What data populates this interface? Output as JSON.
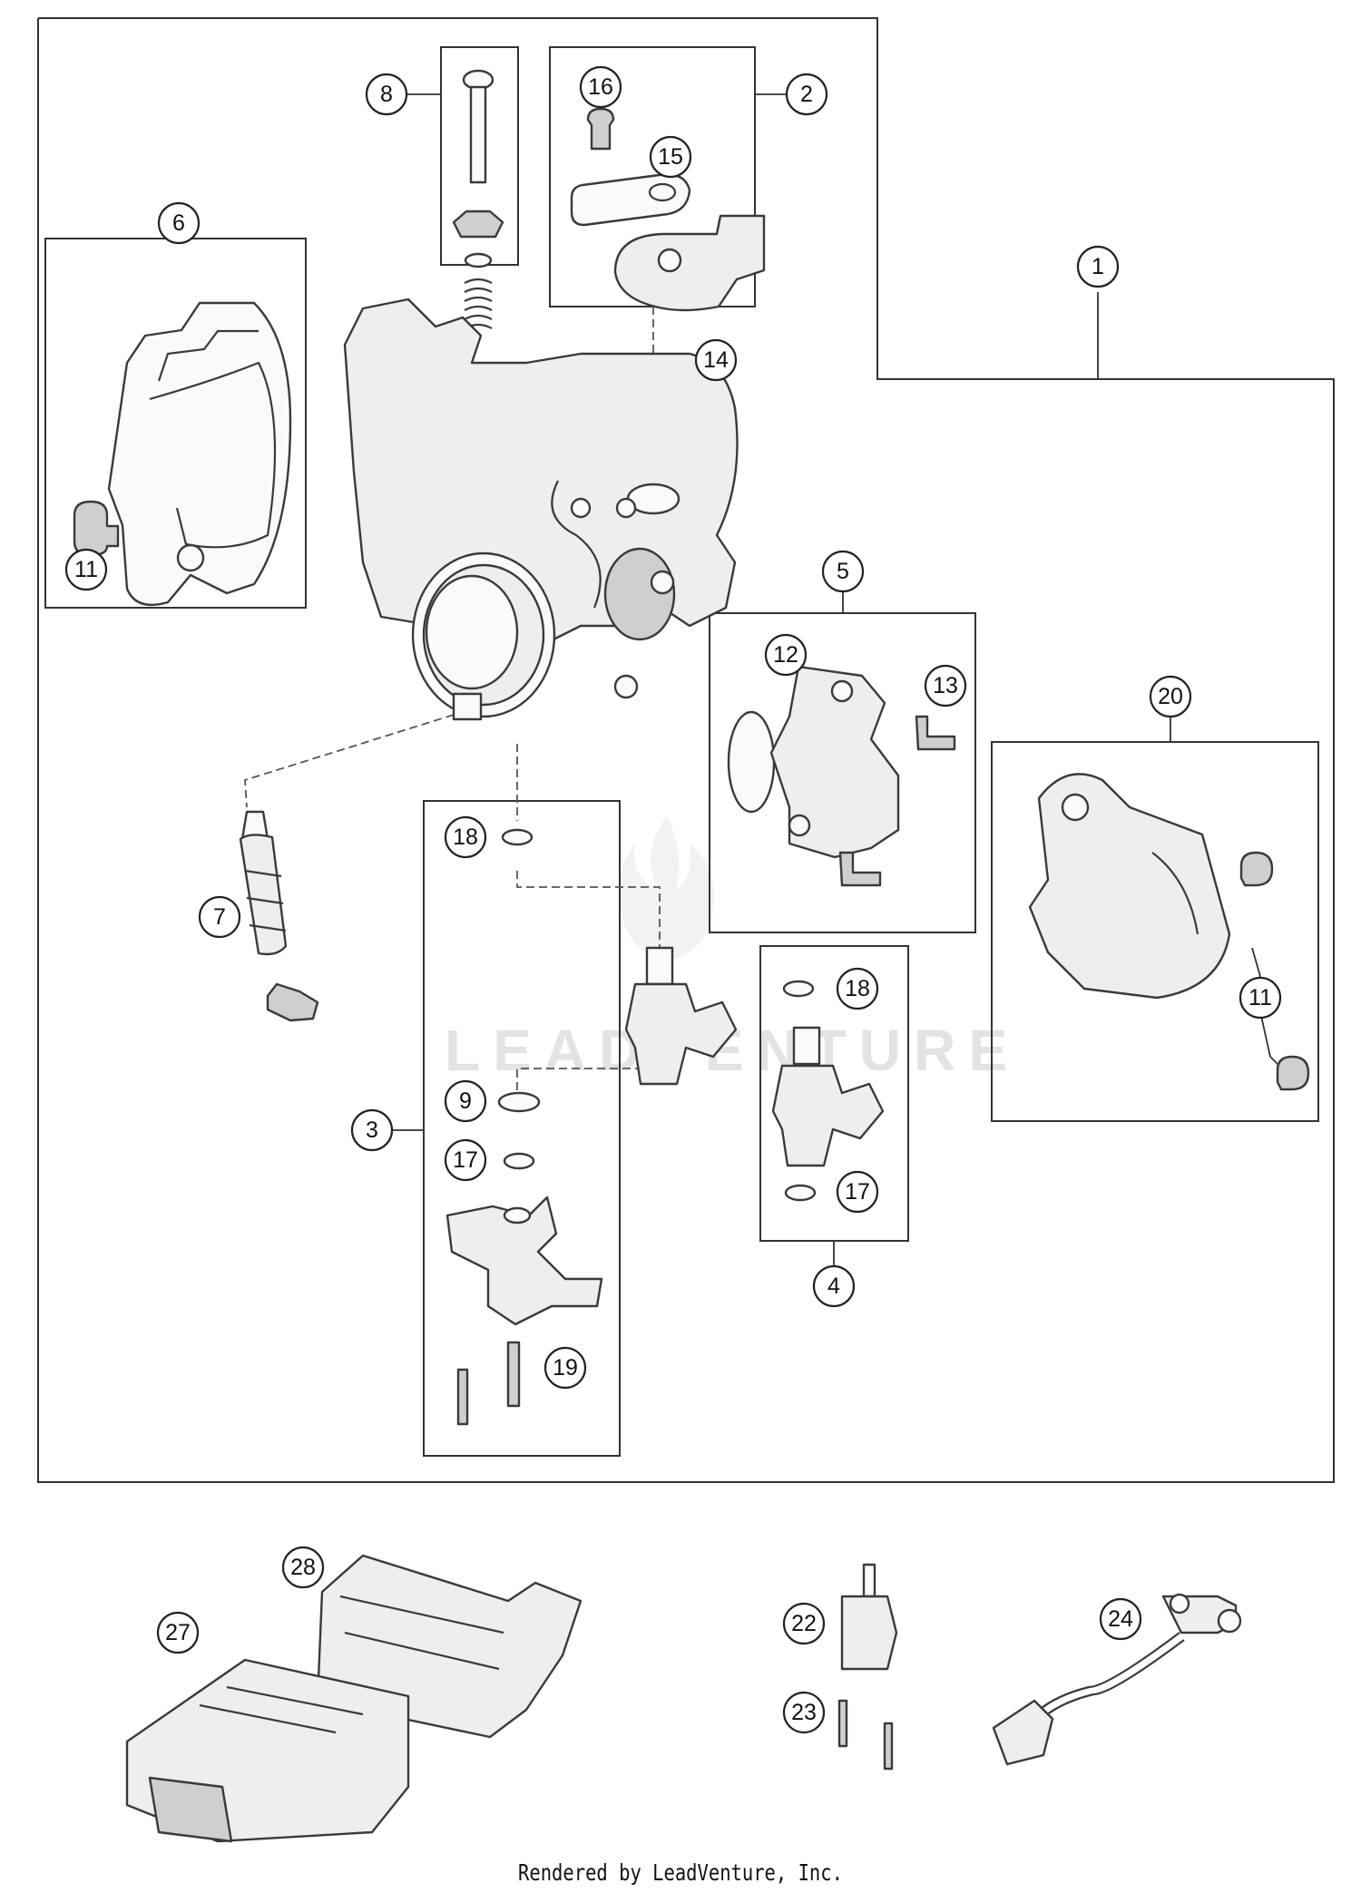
{
  "callouts": [
    "1",
    "2",
    "3",
    "4",
    "5",
    "6",
    "7",
    "8",
    "9",
    "11",
    "11",
    "12",
    "13",
    "14",
    "15",
    "16",
    "17",
    "17",
    "18",
    "18",
    "19",
    "20",
    "22",
    "23",
    "24",
    "27",
    "28"
  ],
  "watermark": "LEADVENTURE",
  "footer": "Rendered by LeadVenture, Inc."
}
